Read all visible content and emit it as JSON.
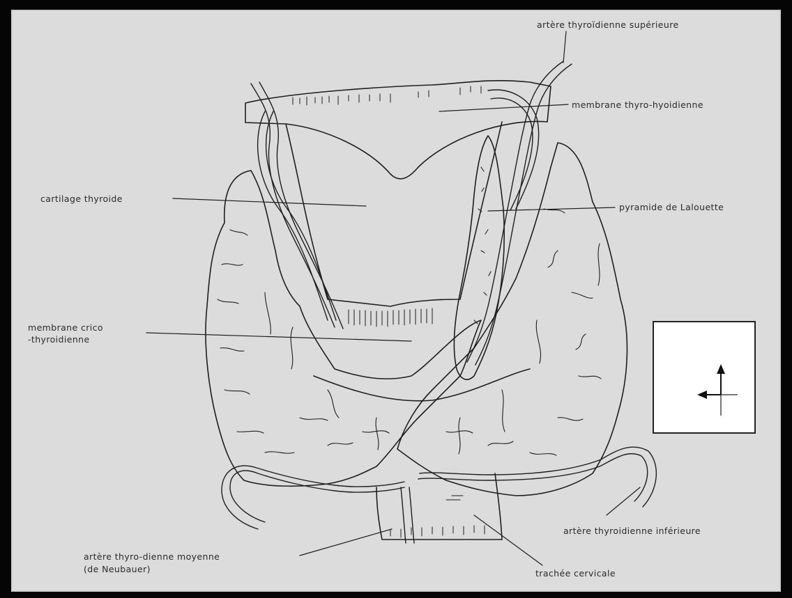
{
  "diagram": {
    "labels": {
      "artere_thyroidienne_superieure": "artère thyroïdienne supérieure",
      "membrane_thyro_hyoidienne": "membrane thyro-hyoidienne",
      "cartilage_thyroide": "cartilage thyroide",
      "pyramide_de_lalouette": "pyramide de Lalouette",
      "membrane_crico_thyroidienne_line1": "membrane crico",
      "membrane_crico_thyroidienne_line2": "-thyroidienne",
      "artere_thyroidienne_inferieure": "artère thyroidienne inférieure",
      "artere_thyroidienne_moyenne_line1": "artère thyro-dienne moyenne",
      "artere_thyroidienne_moyenne_line2": "(de Neubauer)",
      "trachee_cervicale": "trachée cervicale"
    },
    "colors": {
      "paper": "#dcdcdc",
      "ink": "#1e1e1e",
      "frame": "#050505"
    },
    "orientation_icon": "anterior-left-orientation-arrows-icon"
  }
}
